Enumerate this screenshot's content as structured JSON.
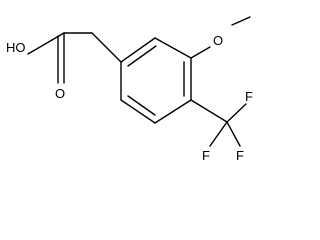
{
  "molecule": {
    "atom_labels": {
      "hydroxyl": "HO",
      "carbonyl_oxygen": "O",
      "methoxy_oxygen": "O",
      "fluorine_top": "F",
      "fluorine_bottom_left": "F",
      "fluorine_bottom_right": "F"
    }
  },
  "colors": {
    "bond": "#000000",
    "label": "#000000",
    "background": "#ffffff"
  }
}
